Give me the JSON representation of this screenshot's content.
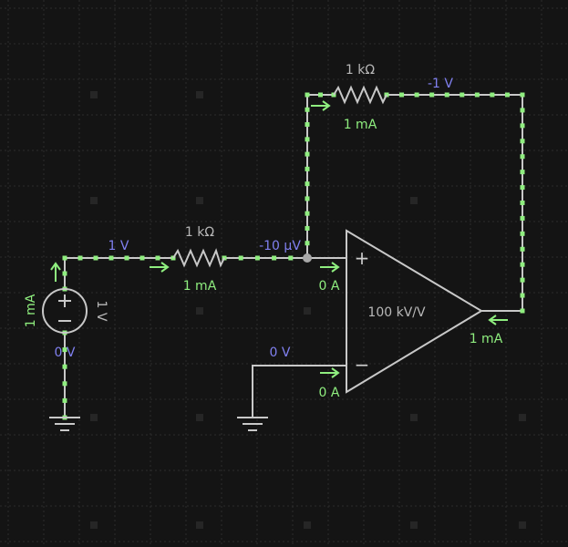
{
  "resistor_top": {
    "value": "1 kΩ",
    "current": "1 mA"
  },
  "resistor_input": {
    "value": "1 kΩ",
    "current": "1 mA"
  },
  "source": {
    "value": "1 V",
    "current": "1 mA"
  },
  "opamp": {
    "gain": "100 kV/V",
    "plus_symbol": "+",
    "minus_symbol": "−",
    "plus_current": "0 A",
    "minus_current": "0 A",
    "output_current": "1 mA"
  },
  "nodes": {
    "input": "1 V",
    "inverting": "-10 µV",
    "output": "-1 V",
    "source_ground": "0 V",
    "minus_input": "0 V"
  },
  "colors": {
    "background": "#141414",
    "grid": "#2c2c2c",
    "wire_active": "#8fee7f",
    "wire_idle": "#c8c8c8",
    "voltage_label": "#8080f0",
    "current_label": "#8fee7f"
  }
}
